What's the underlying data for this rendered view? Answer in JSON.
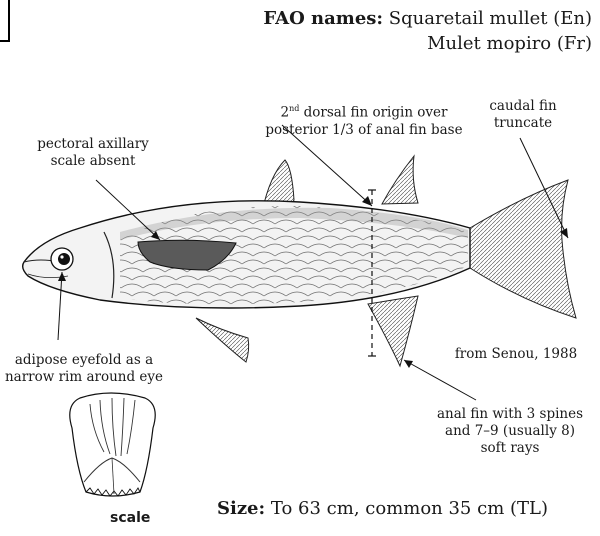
{
  "fao": {
    "heading": "FAO names:",
    "english": "Squaretail mullet (En)",
    "french": "Mulet mopiro (Fr)"
  },
  "labels": {
    "dorsal_ordinal": "2",
    "dorsal_sup": "nd",
    "dorsal_rest": "dorsal fin origin over",
    "dorsal_line2": "posterior 1/3 of anal fin base",
    "caudal_line1": "caudal fin",
    "caudal_line2": "truncate",
    "pectoral_line1": "pectoral axillary",
    "pectoral_line2": "scale absent",
    "eyefold_line1": "adipose eyefold as a",
    "eyefold_line2": "narrow rim around eye",
    "source": "from Senou, 1988",
    "anal_line1": "anal fin with 3 spines",
    "anal_line2": "and 7–9 (usually 8)",
    "anal_line3": "soft rays",
    "scale": "scale"
  },
  "size": {
    "heading": "Size:",
    "text": "To 63 cm, common 35 cm (TL)"
  }
}
